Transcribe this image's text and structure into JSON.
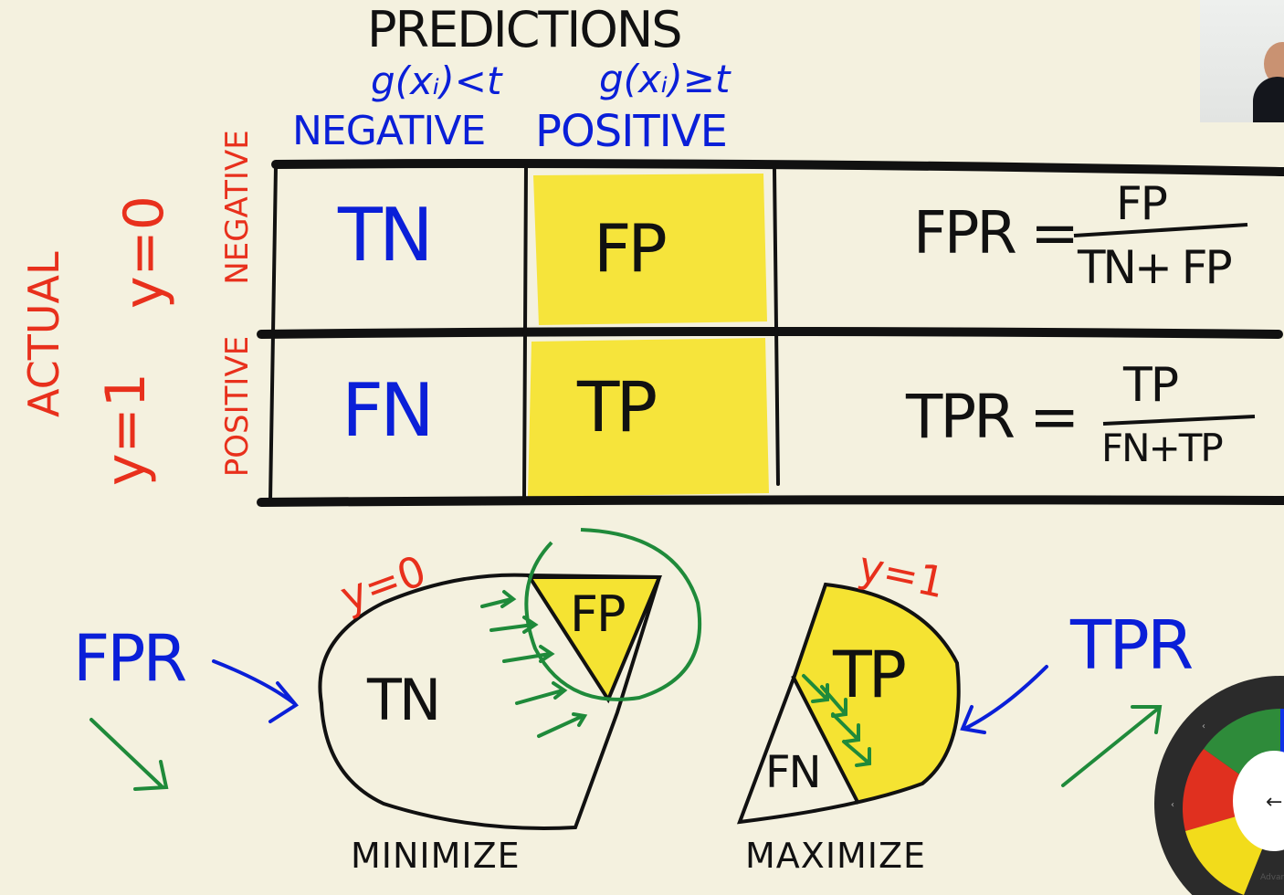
{
  "header": {
    "title": "PREDICTIONS",
    "condition_negative": "g(xᵢ)<t",
    "condition_positive": "g(xᵢ)≥t",
    "label_negative": "NEGATIVE",
    "label_positive": "POSITIVE"
  },
  "side": {
    "actual_label": "ACTUAL",
    "row0_y": "y=0",
    "row1_y": "y=1",
    "row0_class": "NEGATIVE",
    "row1_class": "POSITIVE"
  },
  "matrix": {
    "cells": [
      {
        "label": "TN",
        "color": "blue",
        "highlight": false
      },
      {
        "label": "FP",
        "color": "black",
        "highlight": true
      },
      {
        "label": "FN",
        "color": "blue",
        "highlight": false
      },
      {
        "label": "TP",
        "color": "black",
        "highlight": true
      }
    ]
  },
  "formulas": {
    "fpr": {
      "lhs": "FPR =",
      "num": "FP",
      "den": "TN+ FP"
    },
    "tpr": {
      "lhs": "TPR =",
      "num": "TP",
      "den": "FN+TP"
    }
  },
  "bottom_left": {
    "y_label": "y=0",
    "tn": "TN",
    "fp": "FP",
    "metric": "FPR",
    "goal": "MINIMIZE"
  },
  "bottom_right": {
    "y_label": "y=1",
    "tp": "TP",
    "fn": "FN",
    "metric": "TPR",
    "goal": "MAXIMIZE"
  },
  "wheel": {
    "advanced_label": "Advan",
    "arrow": "←"
  },
  "colors": {
    "background": "#f4f1df",
    "ink_black": "#111111",
    "ink_blue": "#0a1fd8",
    "ink_red": "#e8301c",
    "ink_green": "#1f8a3a",
    "highlight_yellow": "#f5e332"
  }
}
